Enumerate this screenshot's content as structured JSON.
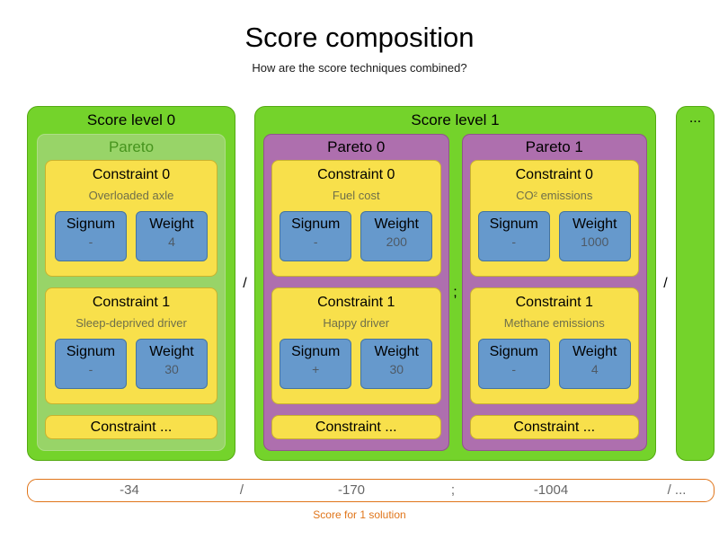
{
  "title": "Score composition",
  "subtitle": "How are the score techniques combined?",
  "separators": {
    "slash": "/",
    "semicolon": ";"
  },
  "more_levels_label": "...",
  "score_levels": [
    {
      "label": "Score level 0",
      "paretos": [
        {
          "label": "Pareto",
          "constraints": [
            {
              "label": "Constraint 0",
              "description": "Overloaded axle",
              "signum_label": "Signum",
              "signum_value": "-",
              "weight_label": "Weight",
              "weight_value": "4"
            },
            {
              "label": "Constraint 1",
              "description": "Sleep-deprived driver",
              "signum_label": "Signum",
              "signum_value": "-",
              "weight_label": "Weight",
              "weight_value": "30"
            },
            {
              "label": "Constraint ..."
            }
          ]
        }
      ]
    },
    {
      "label": "Score level 1",
      "paretos": [
        {
          "label": "Pareto 0",
          "constraints": [
            {
              "label": "Constraint 0",
              "description": "Fuel cost",
              "signum_label": "Signum",
              "signum_value": "-",
              "weight_label": "Weight",
              "weight_value": "200"
            },
            {
              "label": "Constraint 1",
              "description": "Happy driver",
              "signum_label": "Signum",
              "signum_value": "+",
              "weight_label": "Weight",
              "weight_value": "30"
            },
            {
              "label": "Constraint ..."
            }
          ]
        },
        {
          "label": "Pareto 1",
          "constraints": [
            {
              "label": "Constraint 0",
              "description": "CO² emissions",
              "signum_label": "Signum",
              "signum_value": "-",
              "weight_label": "Weight",
              "weight_value": "1000"
            },
            {
              "label": "Constraint 1",
              "description": "Methane emissions",
              "signum_label": "Signum",
              "signum_value": "-",
              "weight_label": "Weight",
              "weight_value": "4"
            },
            {
              "label": "Constraint ..."
            }
          ]
        }
      ]
    }
  ],
  "score_bar": {
    "values": [
      "-34",
      "/",
      "-170",
      ";",
      "-1004",
      "/ ..."
    ],
    "caption": "Score for 1 solution"
  },
  "colors": {
    "level_green": "#74d32b",
    "pareto_green": "#98d468",
    "pareto_purple": "#ae6fae",
    "constraint_yellow": "#f8e04b",
    "signum_weight_blue": "#6699cc",
    "score_orange": "#e0751a"
  }
}
